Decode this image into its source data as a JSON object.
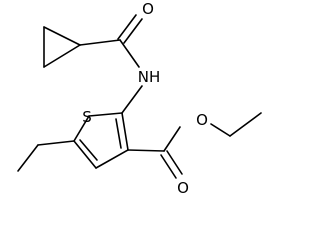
{
  "molecule": {
    "atoms": {
      "oxygen_amide": "O",
      "nitrogen": "NH",
      "sulfur": "S",
      "oxygen_ester_ether": "O",
      "oxygen_ester_carbonyl": "O"
    }
  }
}
